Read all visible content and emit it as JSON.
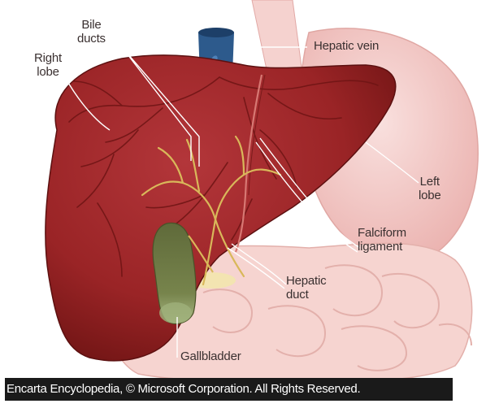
{
  "labels": {
    "bile_ducts": "Bile\nducts",
    "right_lobe": "Right\nlobe",
    "hepatic_vein": "Hepatic vein",
    "left_lobe": "Left\nlobe",
    "falciform_ligament": "Falciform\nligament",
    "hepatic_duct": "Hepatic\nduct",
    "gallbladder": "Gallbladder"
  },
  "caption": "Encarta Encyclopedia, © Microsoft Corporation. All Rights Reserved.",
  "colors": {
    "liver": "#a3282a",
    "liver_dark": "#6e1414",
    "stomach": "#f2c7c4",
    "intestine": "#f6d4d0",
    "gallbladder": "#6e7a45",
    "gallbladder_tip": "#9fb07a",
    "bile_duct": "#d9b85a",
    "hepatic_vein": "#2d5a8c"
  }
}
